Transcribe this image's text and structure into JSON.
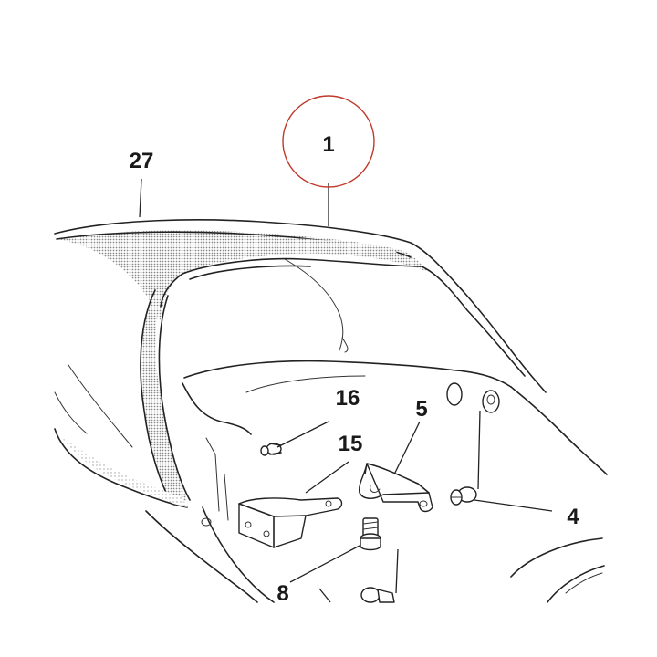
{
  "diagram": {
    "callouts": [
      {
        "id": "c1",
        "label": "1",
        "highlighted": true
      },
      {
        "id": "c27",
        "label": "27",
        "highlighted": false
      },
      {
        "id": "c16",
        "label": "16",
        "highlighted": false
      },
      {
        "id": "c15",
        "label": "15",
        "highlighted": false
      },
      {
        "id": "c5",
        "label": "5",
        "highlighted": false
      },
      {
        "id": "c4",
        "label": "4",
        "highlighted": false
      },
      {
        "id": "c8",
        "label": "8",
        "highlighted": false
      }
    ],
    "colors": {
      "highlight_circle": "#c0392b",
      "line": "#222222",
      "shading": "#9a9a9a"
    }
  }
}
